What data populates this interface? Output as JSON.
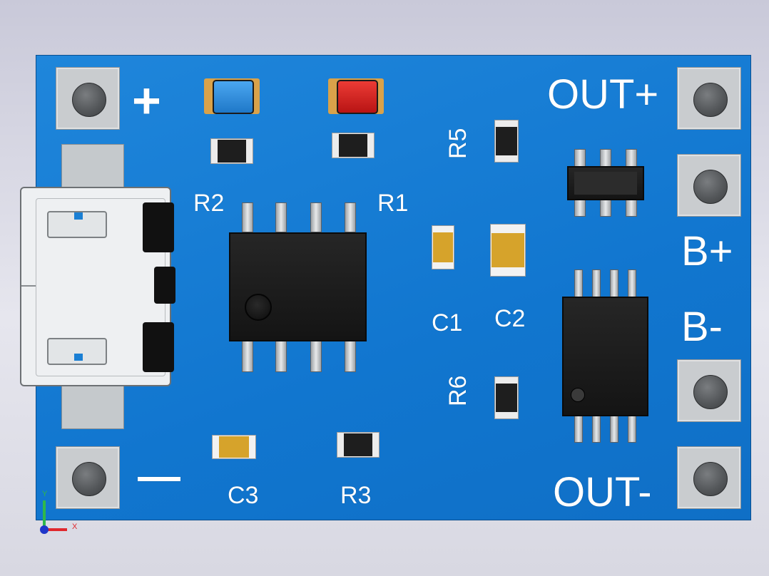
{
  "board": {
    "color": "#1a7fd4",
    "labels": {
      "plus": "+",
      "minus": "—",
      "out_plus": "OUT+",
      "out_minus": "OUT-",
      "b_plus": "B+",
      "b_minus": "B-",
      "r1": "R1",
      "r2": "R2",
      "r3": "R3",
      "r5": "R5",
      "r6": "R6",
      "c1": "C1",
      "c2": "C2",
      "c3": "C3"
    }
  },
  "axes": {
    "y": "Y",
    "x": "X"
  },
  "colors": {
    "led_blue": "#2a8fe0",
    "led_red": "#d62020",
    "cap_tan": "#d6a32b",
    "pad": "#c9cccf"
  }
}
